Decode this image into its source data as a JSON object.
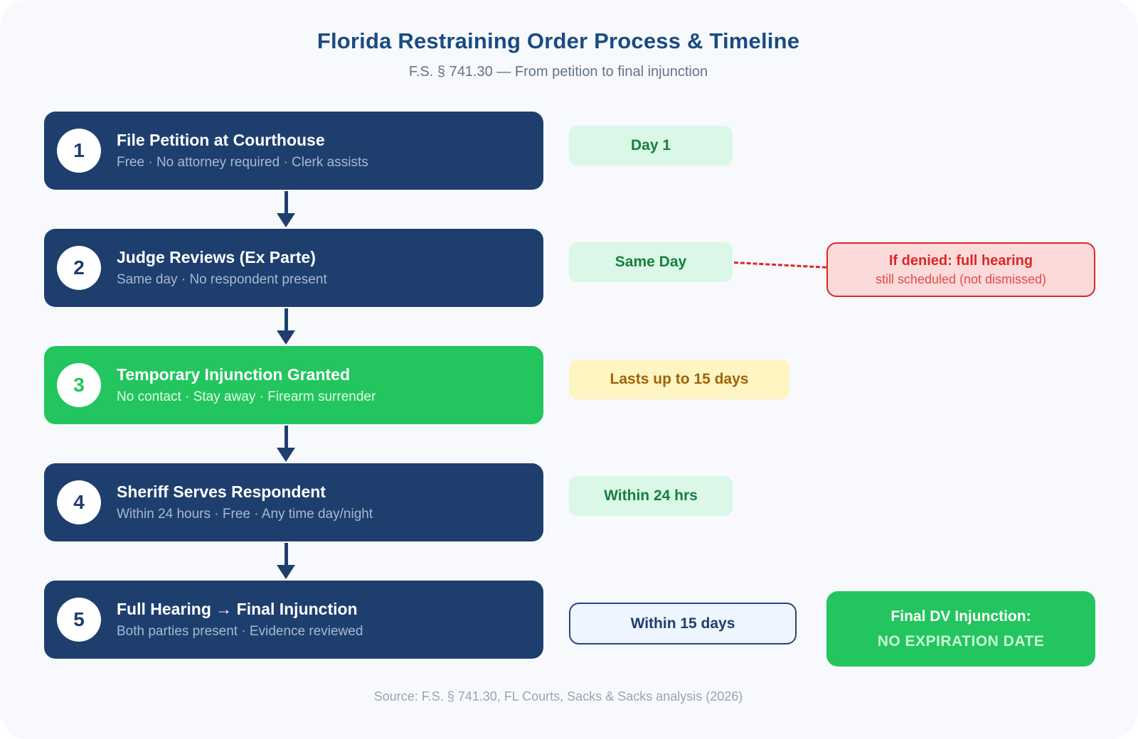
{
  "page": {
    "title": "Florida Restraining Order Process & Timeline",
    "subtitle": "F.S. § 741.30 — From petition to final injunction",
    "source": "Source: F.S. § 741.30, FL Courts, Sacks & Sacks analysis (2026)"
  },
  "colors": {
    "background": "#f7f9fc",
    "navy": "#1e3e6e",
    "green": "#23c55e",
    "badge_green_bg": "#dbf7e7",
    "badge_green_text": "#15803d",
    "badge_yellow_bg": "#fdf5c2",
    "badge_yellow_text": "#a16207",
    "badge_outline_bg": "#eef5fe",
    "red": "#dc2626",
    "red_bg": "#fcdada",
    "title_text": "#1a4b82",
    "subtitle_text": "#64748b"
  },
  "steps": [
    {
      "number": "1",
      "title": "File Petition at Courthouse",
      "detail": "Free · No attorney required · Clerk assists",
      "badge": "Day 1"
    },
    {
      "number": "2",
      "title": "Judge Reviews (Ex Parte)",
      "detail": "Same day · No respondent present",
      "badge": "Same Day"
    },
    {
      "number": "3",
      "title": "Temporary Injunction Granted",
      "detail": "No contact · Stay away · Firearm surrender",
      "badge": "Lasts up to 15 days"
    },
    {
      "number": "4",
      "title": "Sheriff Serves Respondent",
      "detail": "Within 24 hours · Free · Any time day/night",
      "badge": "Within 24 hrs"
    },
    {
      "number": "5",
      "title": "Full Hearing → Final Injunction",
      "detail": "Both parties present · Evidence reviewed",
      "badge": "Within 15 days"
    }
  ],
  "callout": {
    "title": "If denied: full hearing",
    "subtitle": "still scheduled (not dismissed)"
  },
  "final_box": {
    "line1": "Final DV Injunction:",
    "line2": "NO EXPIRATION DATE"
  }
}
